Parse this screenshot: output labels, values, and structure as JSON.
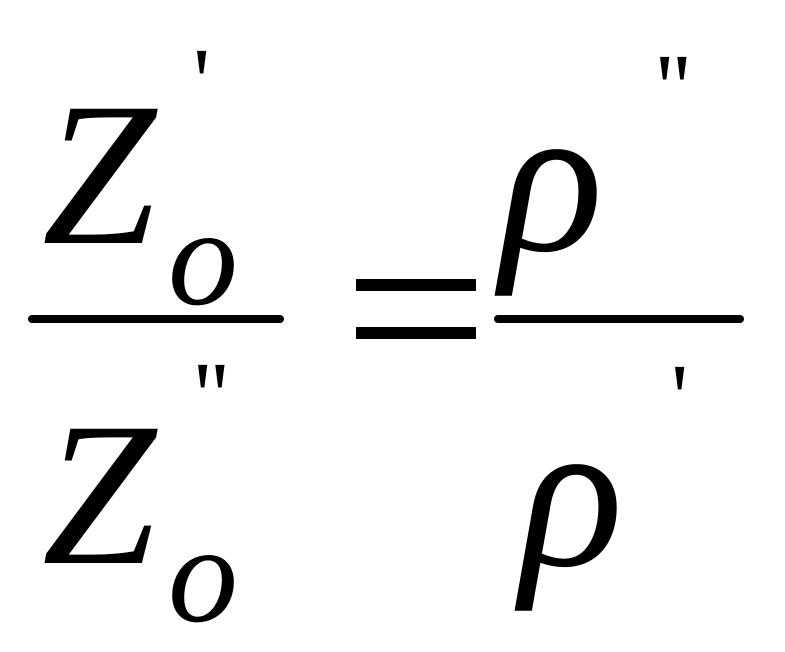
{
  "equation": {
    "lhs": {
      "numerator": {
        "base": "Z",
        "subscript": "o",
        "prime": "'"
      },
      "denominator": {
        "base": "Z",
        "subscript": "o",
        "prime": "''"
      }
    },
    "relation": "=",
    "rhs": {
      "numerator": {
        "base": "ρ",
        "prime": "''"
      },
      "denominator": {
        "base": "ρ",
        "prime": "'"
      }
    }
  }
}
